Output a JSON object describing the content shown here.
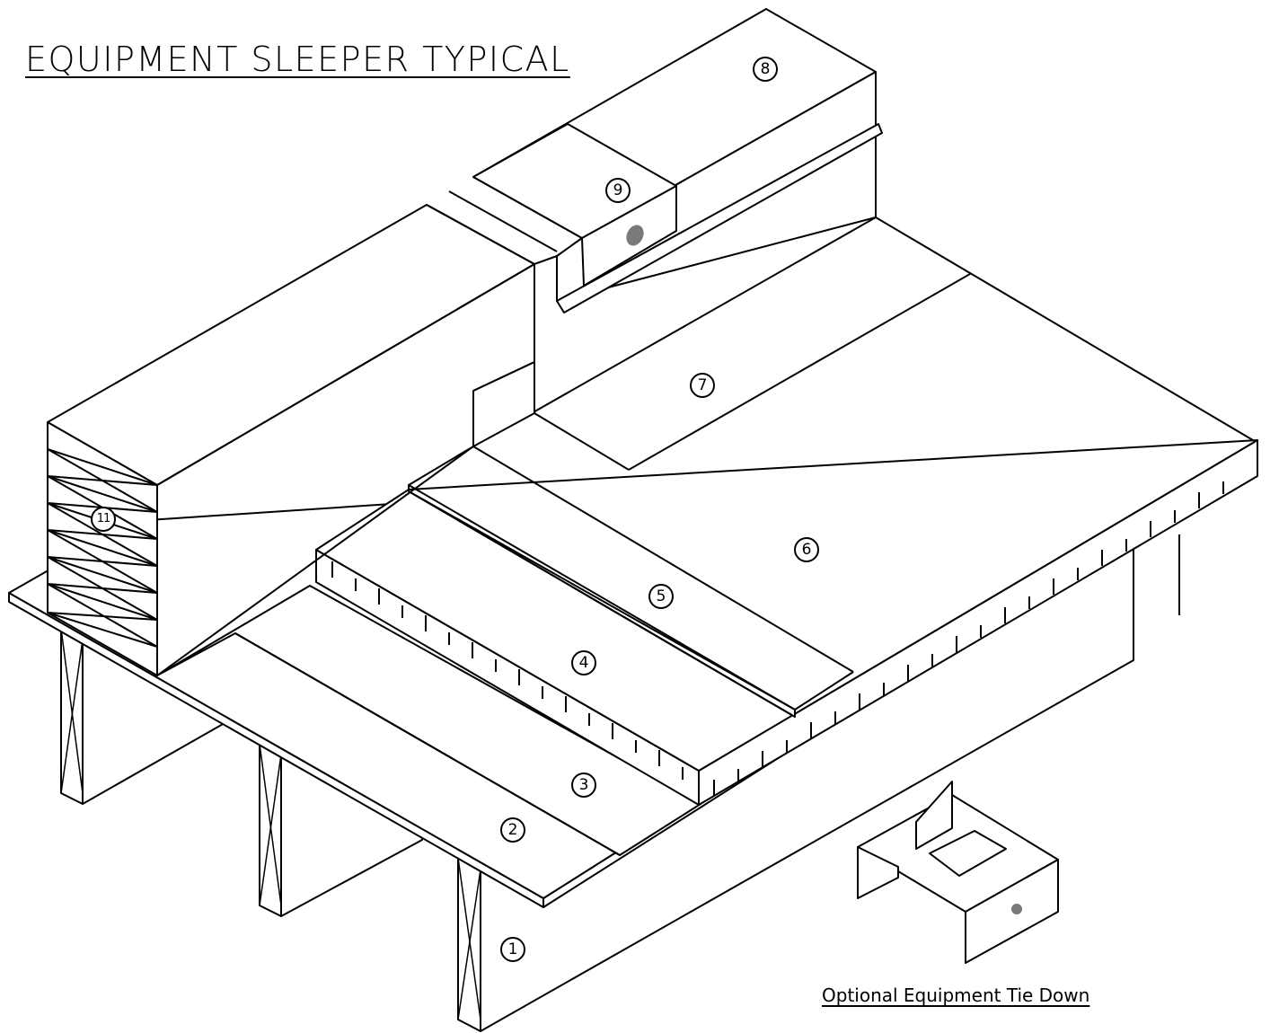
{
  "title": "EQUIPMENT SLEEPER TYPICAL",
  "caption": "Optional Equipment Tie Down",
  "callouts": [
    "1",
    "2",
    "3",
    "4",
    "5",
    "6",
    "7",
    "8",
    "9",
    "11"
  ]
}
